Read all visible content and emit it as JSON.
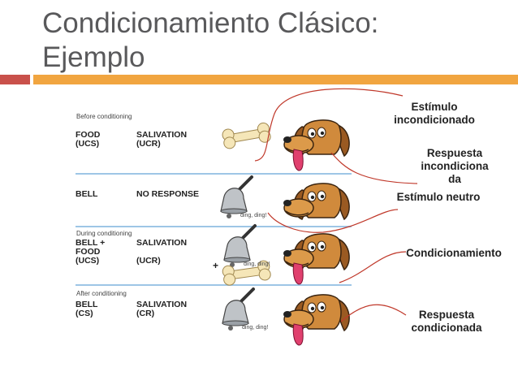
{
  "slide": {
    "title_line1": "Condicionamiento Clásico:",
    "title_line2": "Ejemplo"
  },
  "colors": {
    "title": "#59595b",
    "accent_red": "#c9514b",
    "accent_orange": "#f1a540",
    "annotation_line": "#c0392b"
  },
  "figure": {
    "stages": [
      {
        "label": "Before conditioning",
        "left": "FOOD\n(UCS)",
        "right": "SALIVATION\n(UCR)"
      },
      {
        "label": "",
        "left": "BELL",
        "right": "NO RESPONSE"
      },
      {
        "label": "During conditioning",
        "left": "BELL +\nFOOD\n(UCS)",
        "right": "SALIVATION\n\n(UCR)"
      },
      {
        "label": "After conditioning",
        "left": "BELL\n(CS)",
        "right": "SALIVATION\n(CR)"
      }
    ],
    "bell_sound": "ding, ding!",
    "plus_sign": "+"
  },
  "annotations": {
    "ucs": "Estímulo\nincondicionado",
    "ucr": "Respuesta\nincondiciona\nda",
    "neutral": "Estímulo neutro",
    "conditioning": "Condicionamiento",
    "cr": "Respuesta\ncondicionada"
  }
}
